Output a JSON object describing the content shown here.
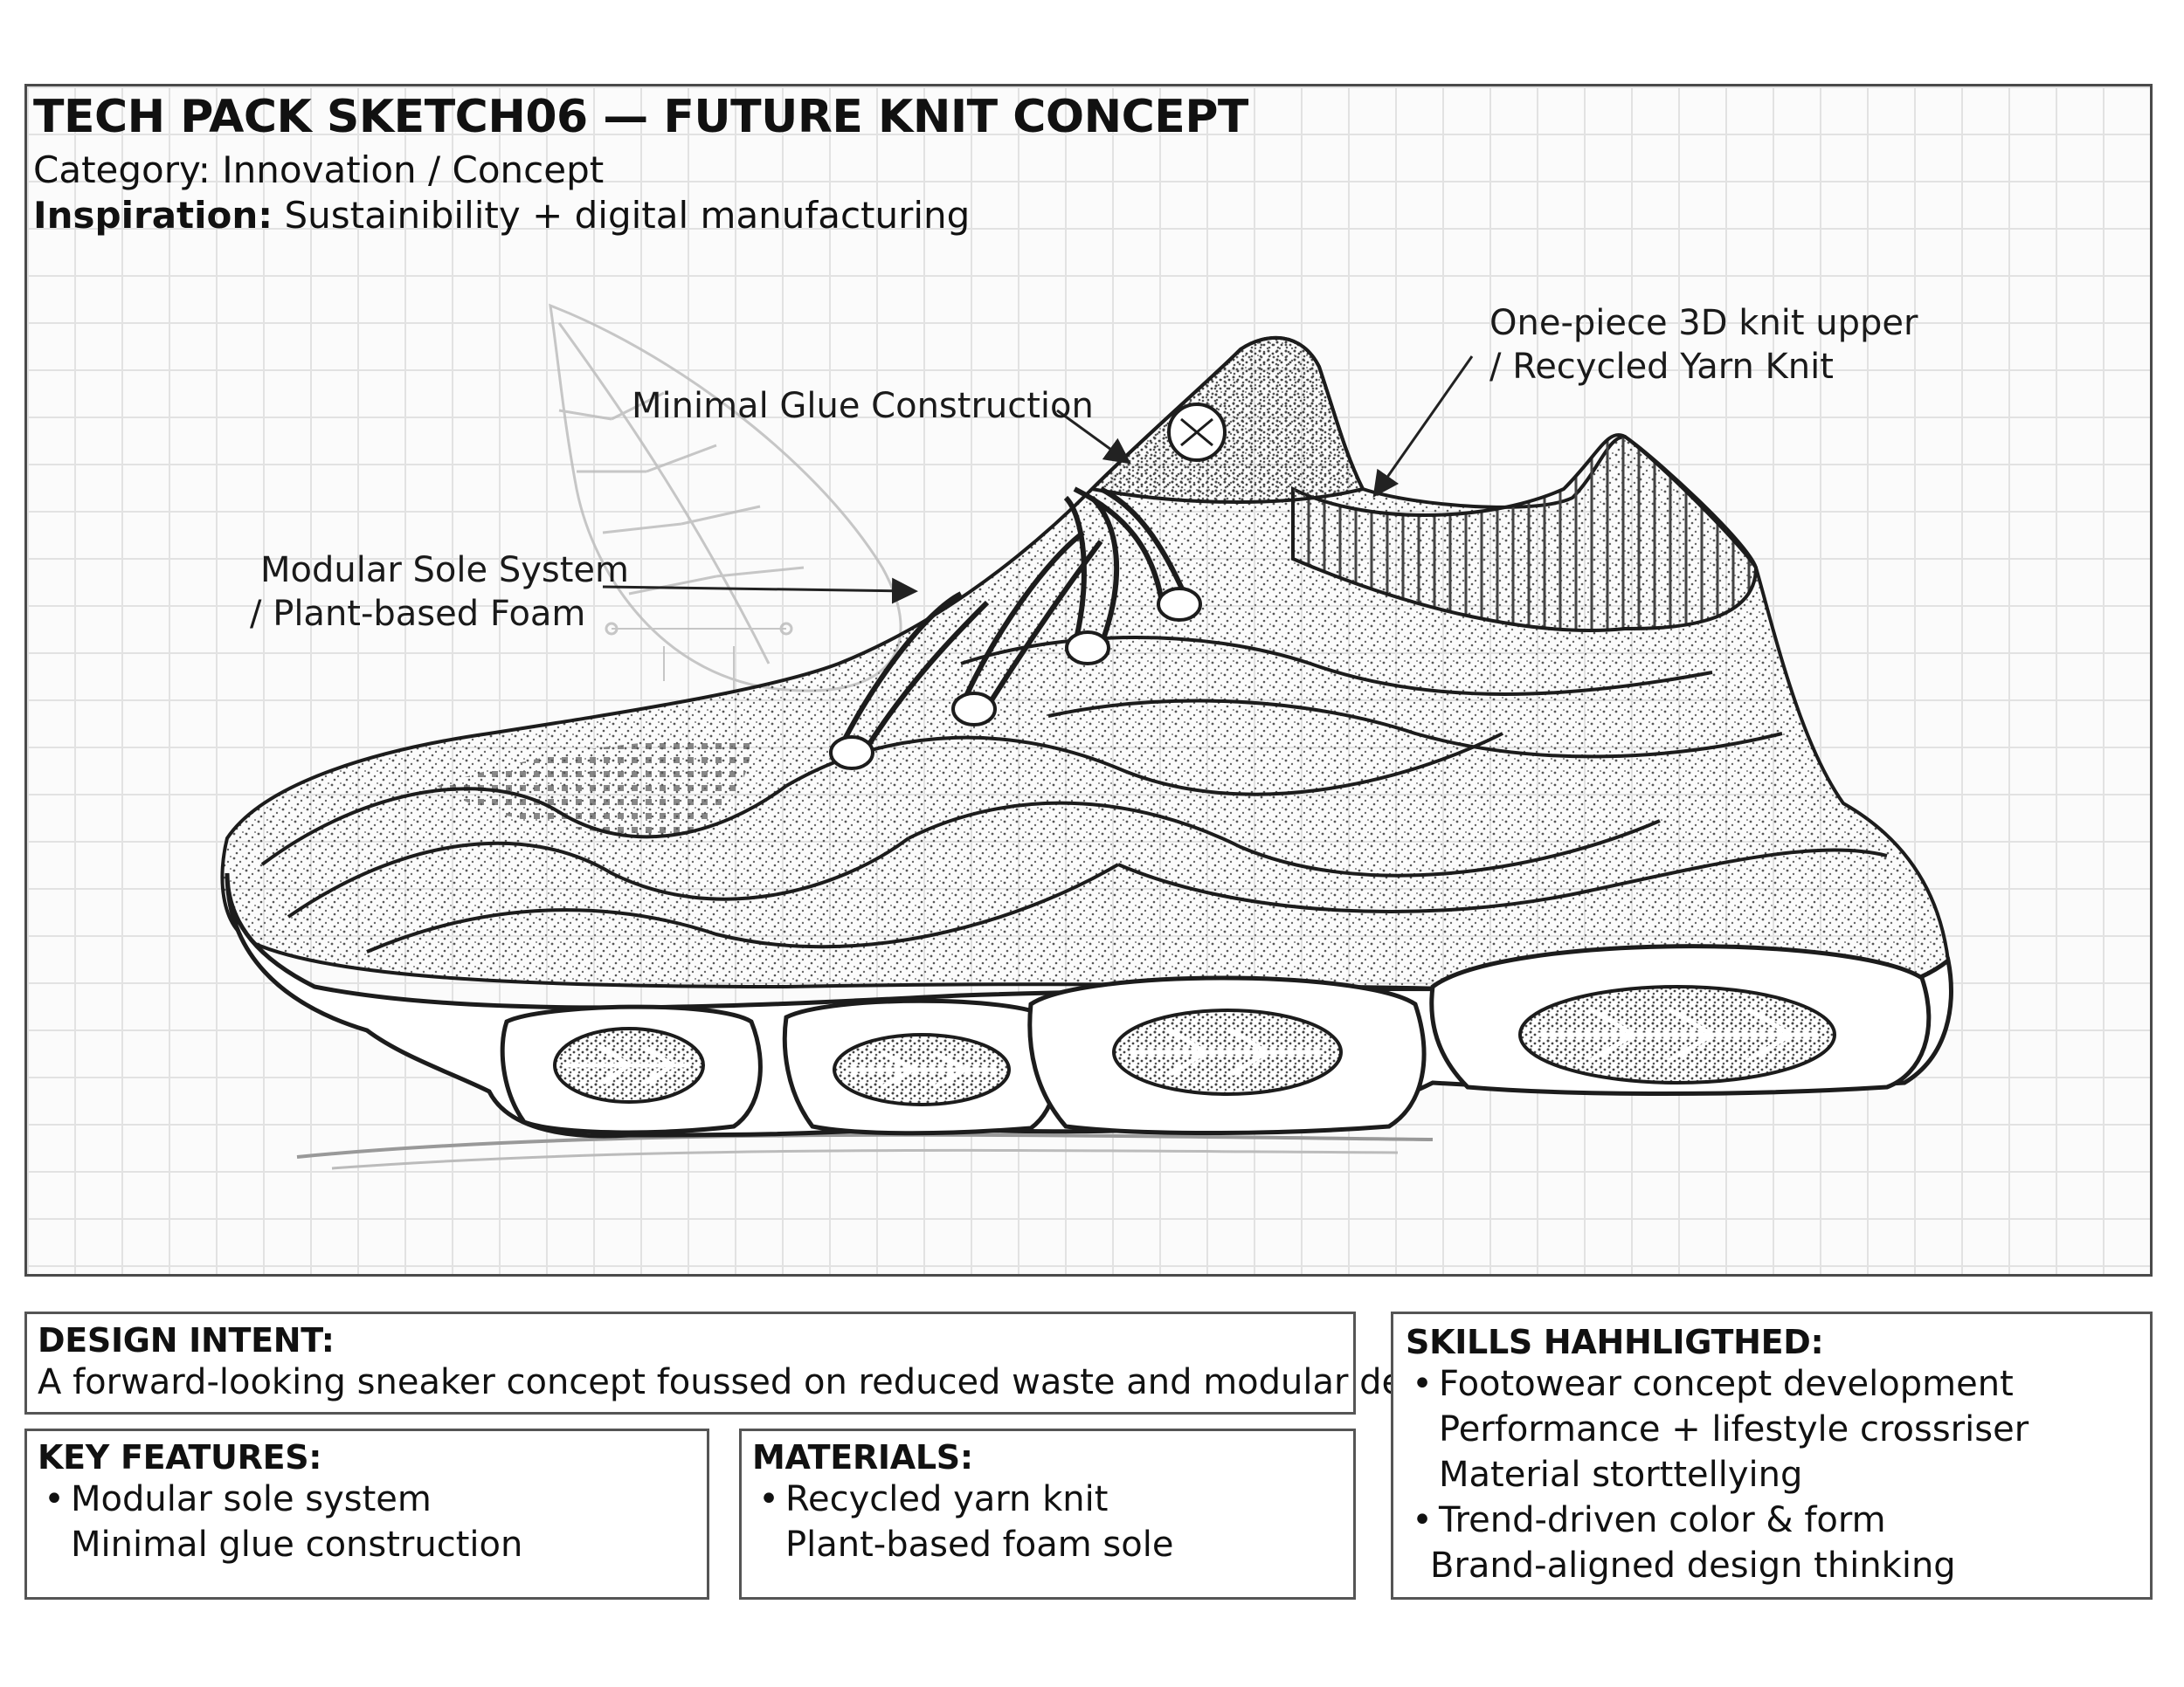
{
  "header": {
    "title": "TECH PACK SKETCH06 — FUTURE KNIT CONCEPT",
    "category": "Category: Innovation / Concept",
    "inspiration_label": "Inspiration:",
    "inspiration_value": "Sustainibility + digital manufacturing"
  },
  "callouts": {
    "knit_upper_1": "One-piece 3D knit upper",
    "knit_upper_2": "/ Recycled Yarn Knit",
    "glue": "Minimal Glue Construction",
    "sole_1": "Modular Sole System",
    "sole_2": "/ Plant-based Foam"
  },
  "design_intent": {
    "heading": "DESIGN INTENT:",
    "text": "A forward-looking sneaker concept foussed on reduced waste and modular design"
  },
  "key_features": {
    "heading": "KEY FEATURES:",
    "items": [
      "Modular sole system",
      "Minimal glue construction"
    ]
  },
  "materials": {
    "heading": "MATERIALS:",
    "items": [
      "Recycled yarn knit",
      "Plant-based foam sole"
    ]
  },
  "skills": {
    "heading": "SKILLS HAHHLIGTHED:",
    "items": [
      "Footowear concept development",
      "Performance + lifestyle crossriser",
      "Material storttellying",
      "Trend-driven color & form",
      "Brand-aligned design thinking"
    ]
  },
  "colors": {
    "ink": "#1c1c1c",
    "grid": "#e2e2e2",
    "border": "#4a4a4a"
  },
  "icons": [
    "leaf-watermark",
    "sneaker-sketch",
    "arrow"
  ]
}
